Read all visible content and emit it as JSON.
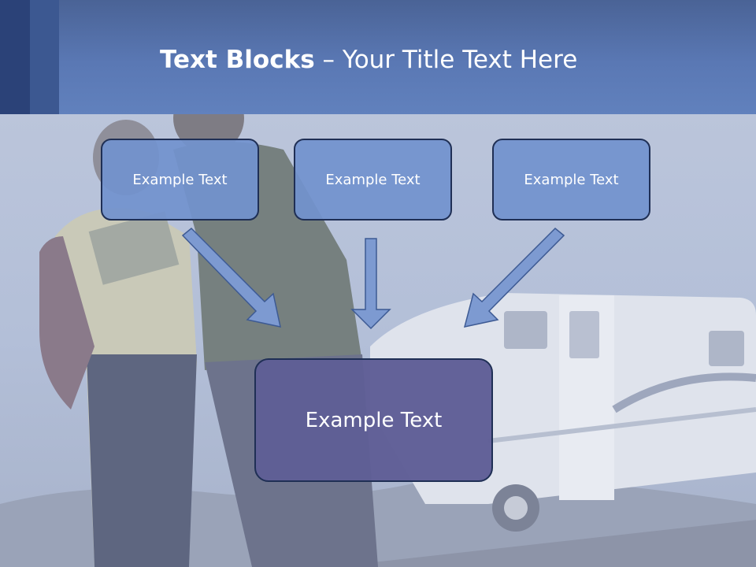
{
  "slide": {
    "title_bold": "Text Blocks",
    "title_dash": " – ",
    "title_rest": "Your Title Text Here"
  },
  "blocks": {
    "top": [
      {
        "label": "Example Text"
      },
      {
        "label": "Example Text"
      },
      {
        "label": "Example Text"
      }
    ],
    "bottom": {
      "label": "Example Text"
    }
  },
  "colors": {
    "header": "#5a78b4",
    "small_box": "#7292cd",
    "big_box": "#5f5e96",
    "border": "#1f2f55",
    "arrow_fill": "#7d9ad1"
  }
}
